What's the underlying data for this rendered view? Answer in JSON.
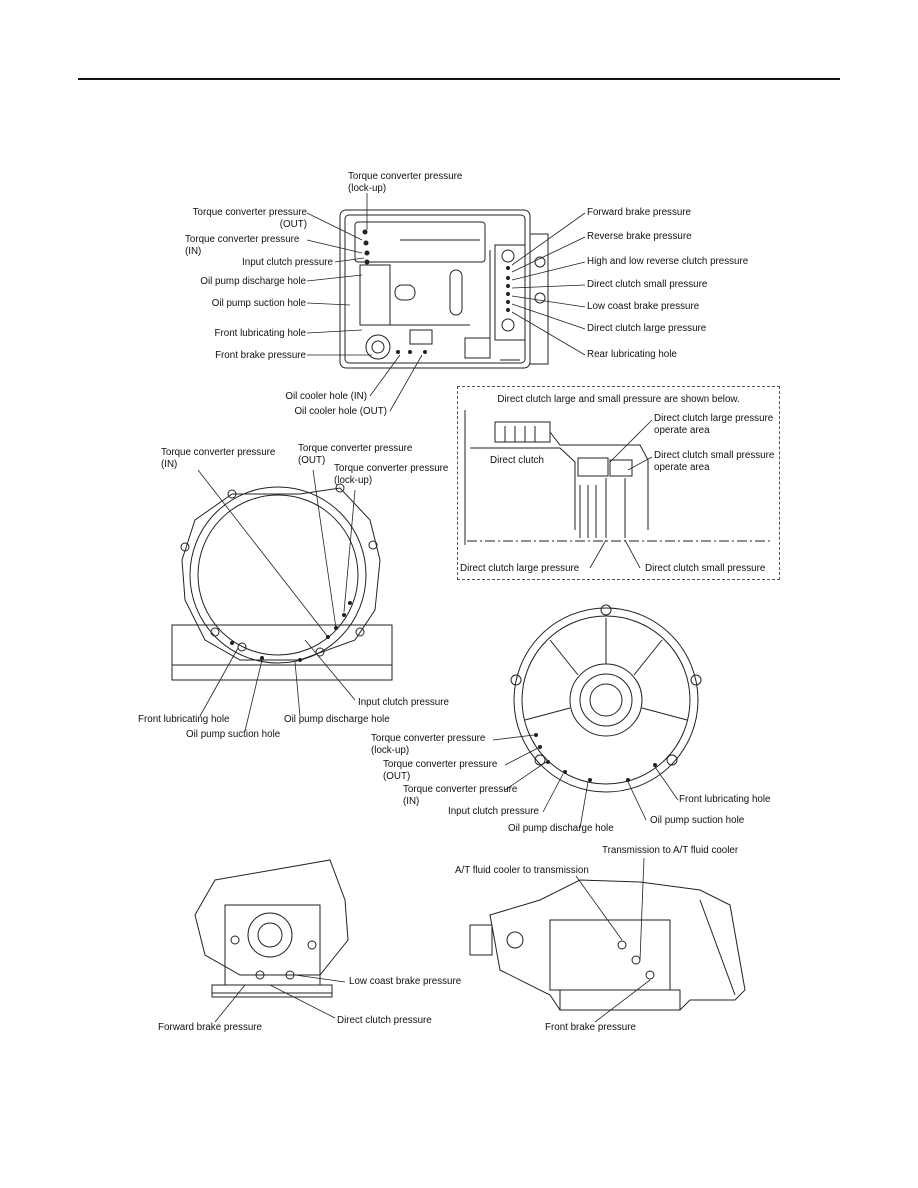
{
  "figure1": {
    "tc_lockup": "Torque converter pressure\n(lock-up)",
    "tc_out": "Torque converter pressure\n(OUT)",
    "tc_in": "Torque converter pressure\n(IN)",
    "input_clutch": "Input clutch pressure",
    "pump_discharge": "Oil pump discharge hole",
    "pump_suction": "Oil pump suction hole",
    "front_lub": "Front lubricating hole",
    "front_brake": "Front brake pressure",
    "cooler_in": "Oil cooler hole (IN)",
    "cooler_out": "Oil cooler hole (OUT)",
    "forward_brake": "Forward brake pressure",
    "reverse_brake": "Reverse brake pressure",
    "hlr_clutch": "High and low reverse clutch pressure",
    "dc_small": "Direct clutch small pressure",
    "low_coast": "Low coast brake pressure",
    "dc_large": "Direct clutch large pressure",
    "rear_lub": "Rear lubricating hole"
  },
  "figure2": {
    "title": "Direct clutch large and small pressure are shown below.",
    "direct_clutch": "Direct clutch",
    "large_area": "Direct clutch large pressure\noperate area",
    "small_area": "Direct clutch small pressure\noperate area",
    "large_pressure": "Direct clutch large pressure",
    "small_pressure": "Direct clutch small pressure"
  },
  "figure3": {
    "tc_in": "Torque converter pressure\n(IN)",
    "tc_out": "Torque converter pressure\n(OUT)",
    "tc_lockup": "Torque converter pressure\n(lock-up)",
    "input_clutch": "Input clutch pressure",
    "front_lub": "Front lubricating hole",
    "pump_discharge": "Oil pump discharge hole",
    "pump_suction": "Oil pump suction hole"
  },
  "figure4": {
    "tc_lockup": "Torque converter pressure\n(lock-up)",
    "tc_out": "Torque converter pressure\n(OUT)",
    "tc_in": "Torque converter pressure\n(IN)",
    "input_clutch": "Input clutch pressure",
    "pump_discharge": "Oil pump discharge hole",
    "front_lub": "Front lubricating hole",
    "pump_suction": "Oil pump suction hole"
  },
  "figure5": {
    "low_coast": "Low coast brake pressure",
    "forward_brake": "Forward brake pressure",
    "direct_clutch": "Direct clutch pressure"
  },
  "figure6": {
    "to_cooler": "Transmission to A/T fluid cooler",
    "from_cooler": "A/T fluid cooler to transmission",
    "front_brake": "Front brake pressure"
  }
}
